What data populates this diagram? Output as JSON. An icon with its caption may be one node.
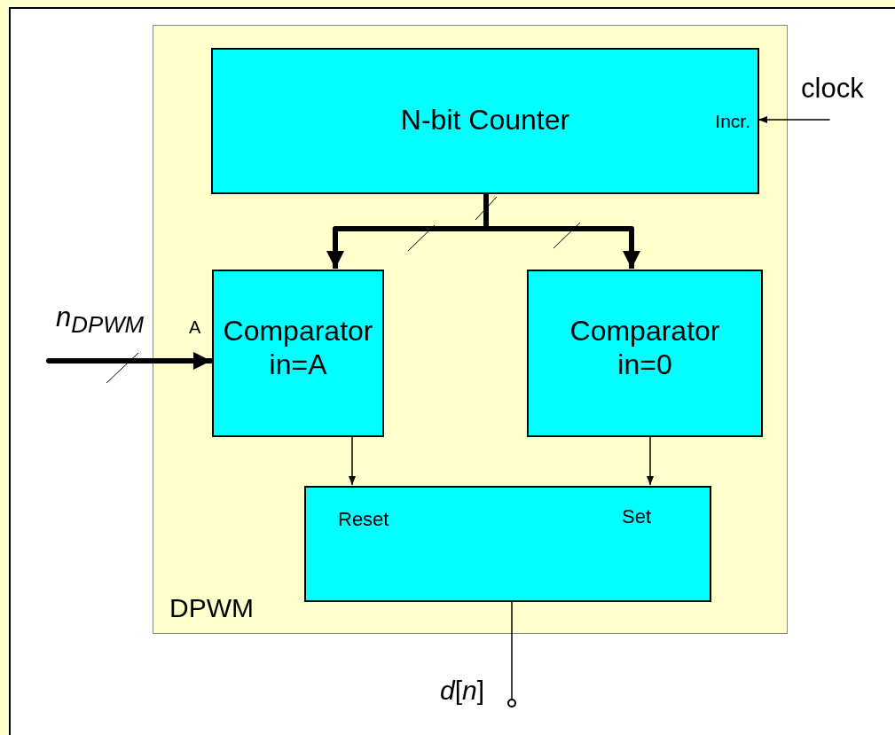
{
  "diagram": {
    "nodes": [
      {
        "text": [
          "DPWM"
        ]
      },
      {
        "text": [
          "N-bit Counter",
          "Incr."
        ],
        "in": 0
      },
      {
        "text": [
          "Comparator in=A"
        ],
        "in": 0,
        "beside": [
          "A"
        ]
      },
      {
        "text": [
          "Comparator in=0"
        ],
        "in": 0
      },
      {
        "text": [
          "Reset",
          "Set"
        ],
        "in": 0
      },
      {
        "text": [],
        "shape": "circle",
        "beside": [
          "*d*[*n*]"
        ]
      }
    ],
    "edges": [
      {
        "from": null,
        "to": 1,
        "arrow": "to",
        "label": "clock"
      },
      {
        "from": null,
        "to": 2,
        "arrow": "to",
        "style": "thick",
        "label": "n$_{DPWM}$"
      },
      {
        "from": 1,
        "to": 2,
        "arrow": "to",
        "style": "thick"
      },
      {
        "from": 1,
        "to": 3,
        "arrow": "to",
        "style": "thick"
      },
      {
        "from": 2,
        "to": 4,
        "arrow": "to"
      },
      {
        "from": 3,
        "to": 4,
        "arrow": "to"
      },
      {
        "from": 4,
        "to": 5,
        "arrow": "none"
      }
    ]
  }
}
